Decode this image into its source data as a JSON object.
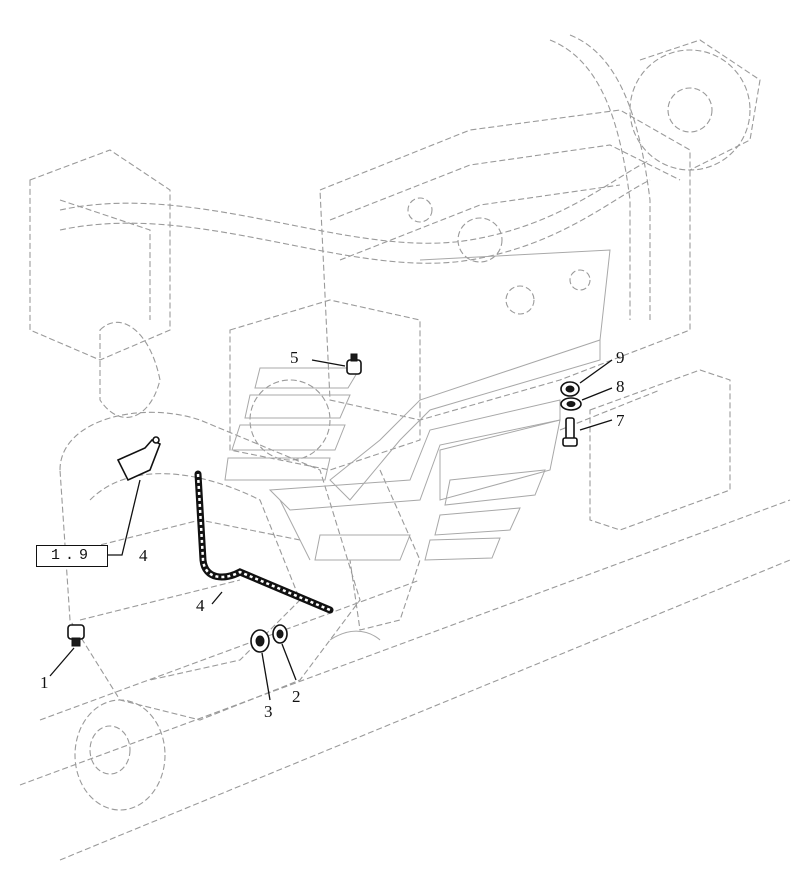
{
  "callouts": {
    "c1": "1",
    "c2": "2",
    "c3": "3",
    "c4_left": "4",
    "c4_bottom": "4",
    "c5": "5",
    "c7": "7",
    "c8": "8",
    "c9": "9"
  },
  "reference_box": "1.9",
  "colors": {
    "line": "#111111",
    "ghost": "#9a9a9a",
    "background": "#ffffff"
  }
}
